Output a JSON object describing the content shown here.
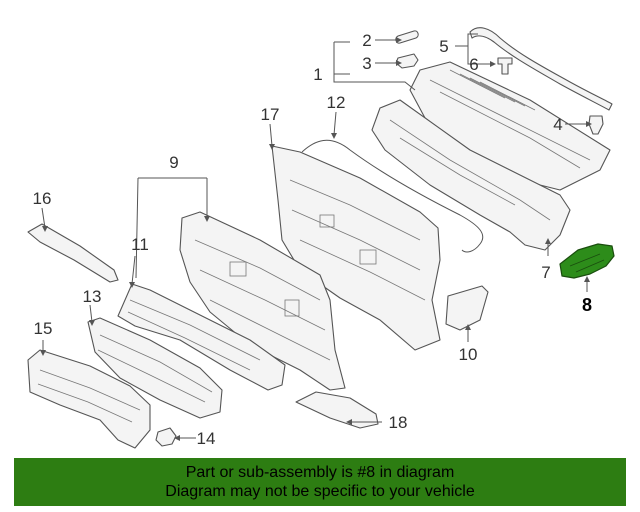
{
  "diagram": {
    "callouts": [
      {
        "id": "1",
        "label": "1"
      },
      {
        "id": "2",
        "label": "2"
      },
      {
        "id": "3",
        "label": "3"
      },
      {
        "id": "4",
        "label": "4"
      },
      {
        "id": "5",
        "label": "5"
      },
      {
        "id": "6",
        "label": "6"
      },
      {
        "id": "7",
        "label": "7"
      },
      {
        "id": "8",
        "label": "8",
        "highlighted": true
      },
      {
        "id": "9",
        "label": "9"
      },
      {
        "id": "10",
        "label": "10"
      },
      {
        "id": "11",
        "label": "11"
      },
      {
        "id": "12",
        "label": "12"
      },
      {
        "id": "13",
        "label": "13"
      },
      {
        "id": "14",
        "label": "14"
      },
      {
        "id": "15",
        "label": "15"
      },
      {
        "id": "16",
        "label": "16"
      },
      {
        "id": "17",
        "label": "17"
      },
      {
        "id": "18",
        "label": "18"
      }
    ],
    "highlight_color": "#2d8c1a"
  },
  "banner": {
    "line1": "Part or sub-assembly is #8 in diagram",
    "line2": "Diagram may not be specific to your vehicle",
    "background": "#2d7d12"
  }
}
